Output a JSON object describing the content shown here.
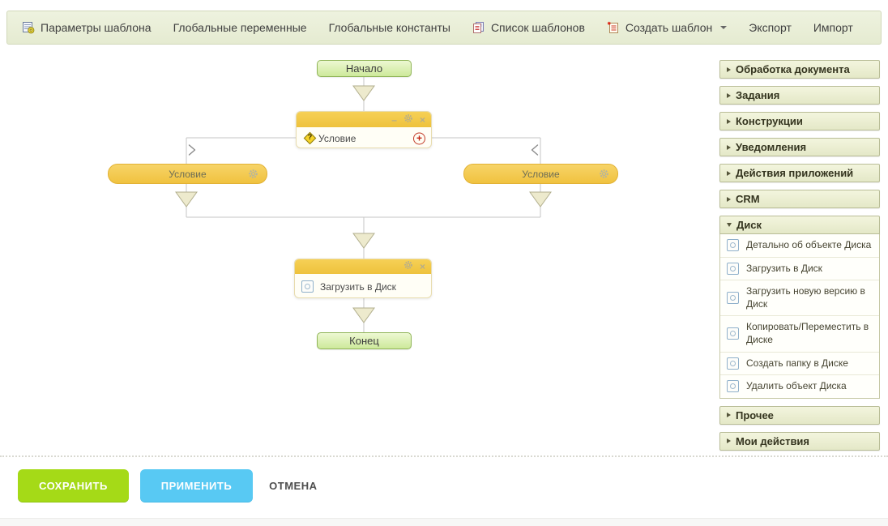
{
  "toolbar": {
    "items": [
      {
        "label": "Параметры шаблона",
        "icon": "template-params-icon"
      },
      {
        "label": "Глобальные переменные"
      },
      {
        "label": "Глобальные константы"
      },
      {
        "label": "Список шаблонов",
        "icon": "template-list-icon"
      },
      {
        "label": "Создать шаблон",
        "icon": "create-template-icon",
        "has_dropdown": true
      },
      {
        "label": "Экспорт"
      },
      {
        "label": "Импорт"
      }
    ]
  },
  "flow": {
    "start": "Начало",
    "end": "Конец",
    "condition": {
      "title": "Условие"
    },
    "branches": [
      {
        "label": "Условие"
      },
      {
        "label": "Условие"
      }
    ],
    "upload": {
      "title": "Загрузить в Диск"
    }
  },
  "sidebar": {
    "sections": [
      {
        "label": "Обработка документа",
        "expanded": false
      },
      {
        "label": "Задания",
        "expanded": false
      },
      {
        "label": "Конструкции",
        "expanded": false
      },
      {
        "label": "Уведомления",
        "expanded": false
      },
      {
        "label": "Действия приложений",
        "expanded": false
      },
      {
        "label": "CRM",
        "expanded": false
      },
      {
        "label": "Диск",
        "expanded": true,
        "items": [
          {
            "label": "Детально об объекте Диска"
          },
          {
            "label": "Загрузить в Диск"
          },
          {
            "label": "Загрузить новую версию в Диск"
          },
          {
            "label": "Копировать/Переместить в Диске"
          },
          {
            "label": "Создать папку в Диске"
          },
          {
            "label": "Удалить объект Диска"
          }
        ]
      },
      {
        "label": "Прочее",
        "expanded": false
      },
      {
        "label": "Мои действия",
        "expanded": false
      }
    ]
  },
  "footer": {
    "save": "СОХРАНИТЬ",
    "apply": "ПРИМЕНИТЬ",
    "cancel": "ОТМЕНА"
  },
  "colors": {
    "accent_green": "#a5da17",
    "accent_blue": "#58c9f3",
    "node_yellow": "#f0c341",
    "toolbar_bg": "#e9eed9"
  }
}
